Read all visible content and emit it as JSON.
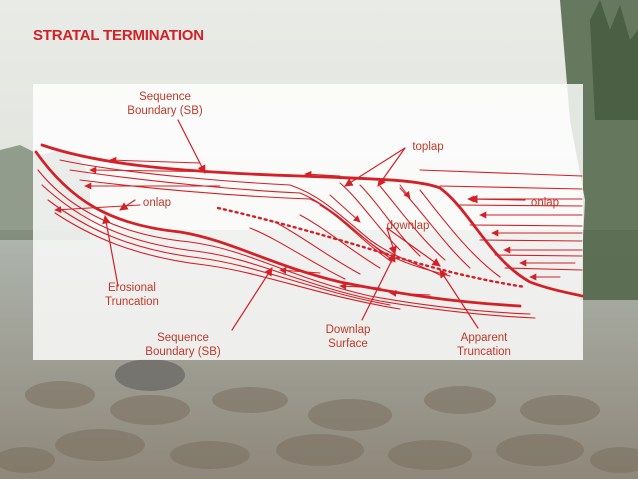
{
  "slide": {
    "title": "STRATAL TERMINATION",
    "title_color": "#d42027"
  },
  "diagram": {
    "line_color": "#d42027",
    "label_color": "#c0392b",
    "labels": {
      "sequence_boundary_top_line1": "Sequence",
      "sequence_boundary_top_line2": "Boundary (SB)",
      "toplap": "toplap",
      "onlap_left": "onlap",
      "onlap_right": "onlap",
      "downlap": "downlap",
      "erosional_truncation_line1": "Erosional",
      "erosional_truncation_line2": "Truncation",
      "sequence_boundary_bottom_line1": "Sequence",
      "sequence_boundary_bottom_line2": "Boundary (SB)",
      "downlap_surface_line1": "Downlap",
      "downlap_surface_line2": "Surface",
      "apparent_truncation_line1": "Apparent",
      "apparent_truncation_line2": "Truncation"
    }
  }
}
